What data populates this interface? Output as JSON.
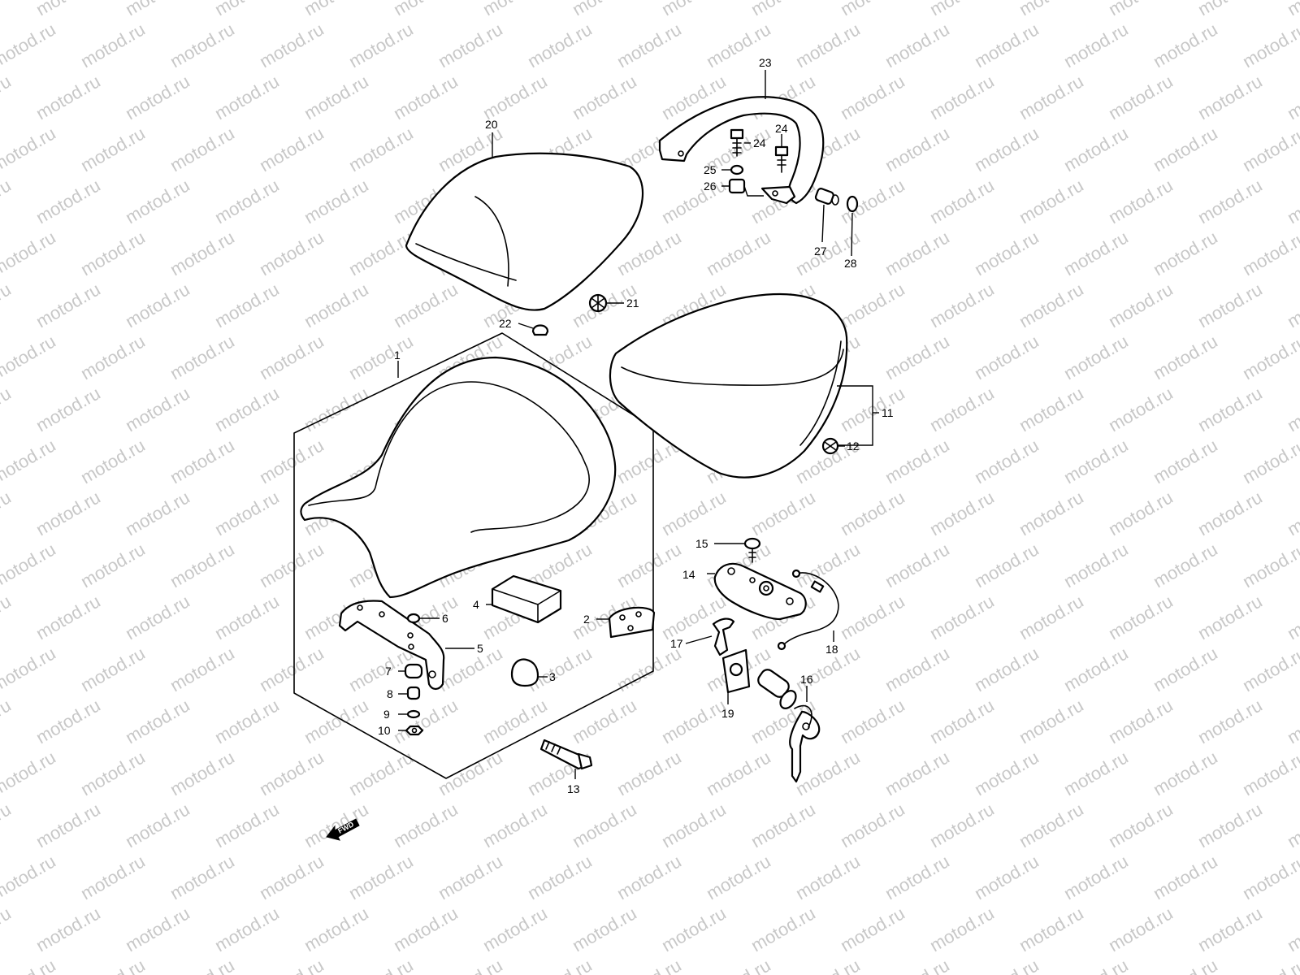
{
  "watermark": {
    "text": "motod.ru",
    "color": "#c8c8c8"
  },
  "direction_marker": {
    "label": "FWD"
  },
  "callouts": {
    "p1": "1",
    "p2": "2",
    "p3": "3",
    "p4": "4",
    "p5": "5",
    "p6": "6",
    "p7": "7",
    "p8": "8",
    "p9": "9",
    "p10": "10",
    "p11": "11",
    "p12": "12",
    "p13": "13",
    "p14": "14",
    "p15": "15",
    "p16": "16",
    "p17": "17",
    "p18": "18",
    "p19": "19",
    "p20": "20",
    "p21": "21",
    "p22": "22",
    "p23": "23",
    "p24a": "24",
    "p24b": "24",
    "p25": "25",
    "p26": "26",
    "p27": "27",
    "p28": "28"
  }
}
